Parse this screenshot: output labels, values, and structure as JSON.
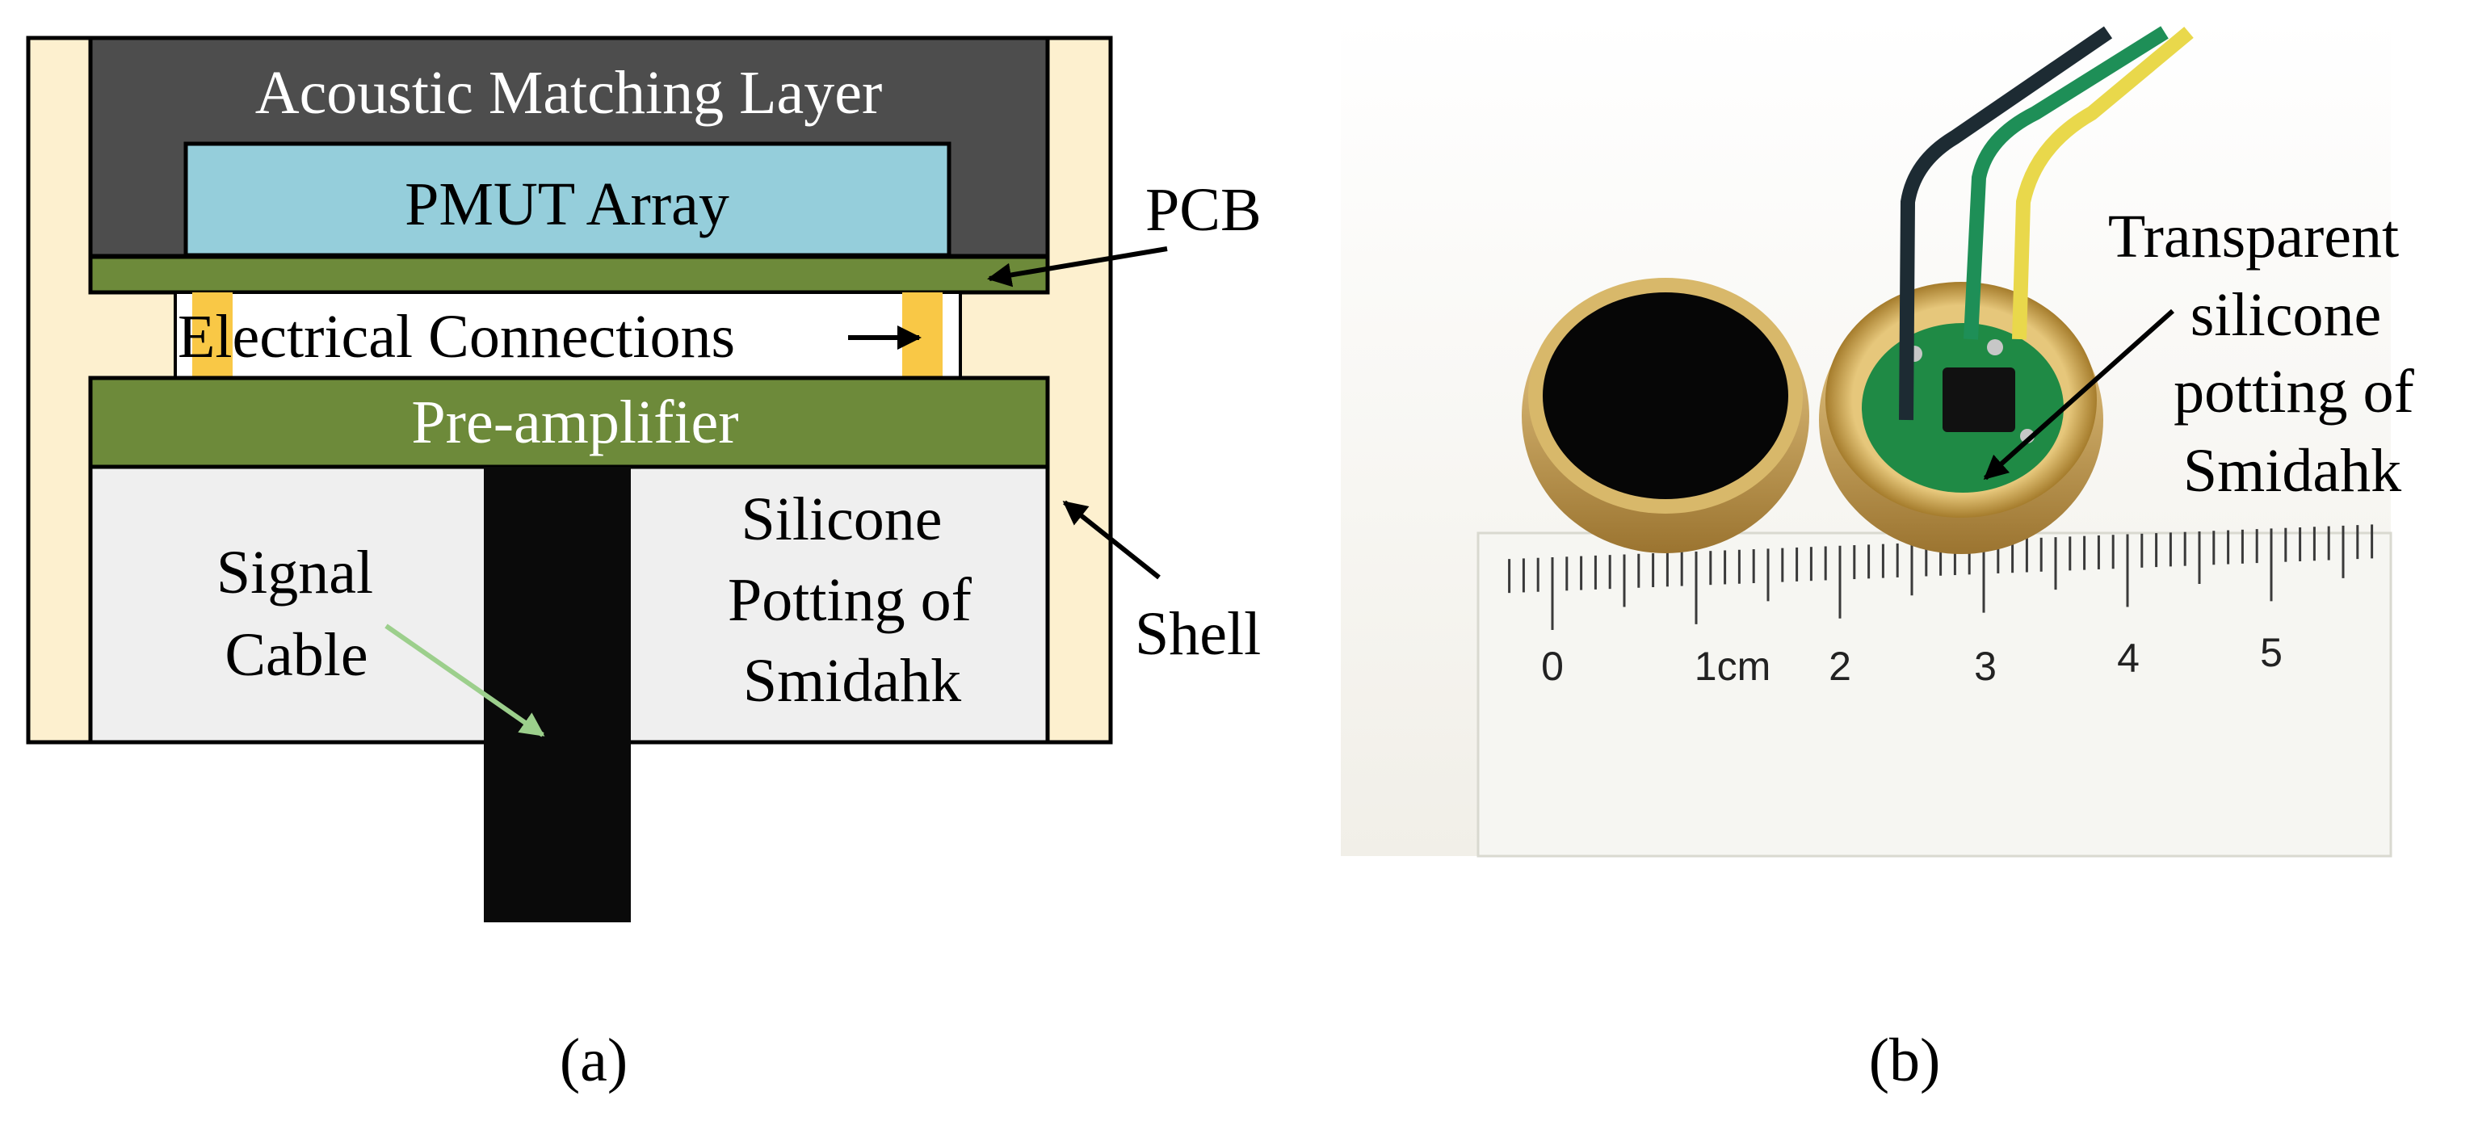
{
  "panel_a": {
    "layers": {
      "matching_layer": "Acoustic Matching Layer",
      "pmut_array": "PMUT Array",
      "electrical_connections": "Electrical Connections",
      "pre_amplifier": "Pre-amplifier"
    },
    "callouts": {
      "pcb": "PCB",
      "shell": "Shell",
      "signal_cable": [
        "Signal",
        "Cable"
      ],
      "potting": [
        "Silicone",
        "Potting of",
        "Smidahk"
      ]
    },
    "caption": "(a)"
  },
  "panel_b": {
    "callout": [
      "Transparent",
      "silicone",
      "potting of",
      "Smidahk"
    ],
    "ruler_labels": [
      "0",
      "1cm",
      "2",
      "3",
      "4",
      "5"
    ],
    "caption": "(b)"
  },
  "colors": {
    "shell": "#fdf0cf",
    "matching_layer": "#4d4d4d",
    "pmut_array": "#95cedb",
    "pcb": "#6d8a3a",
    "pre_amplifier": "#6d8a3a",
    "connection_pads": "#f9c846",
    "potting": "#efefef",
    "cable": "#0a0a0a",
    "green_arrow": "#9ccf8c",
    "brass": "#c9a24c",
    "circuit_board": "#1f8a45"
  }
}
